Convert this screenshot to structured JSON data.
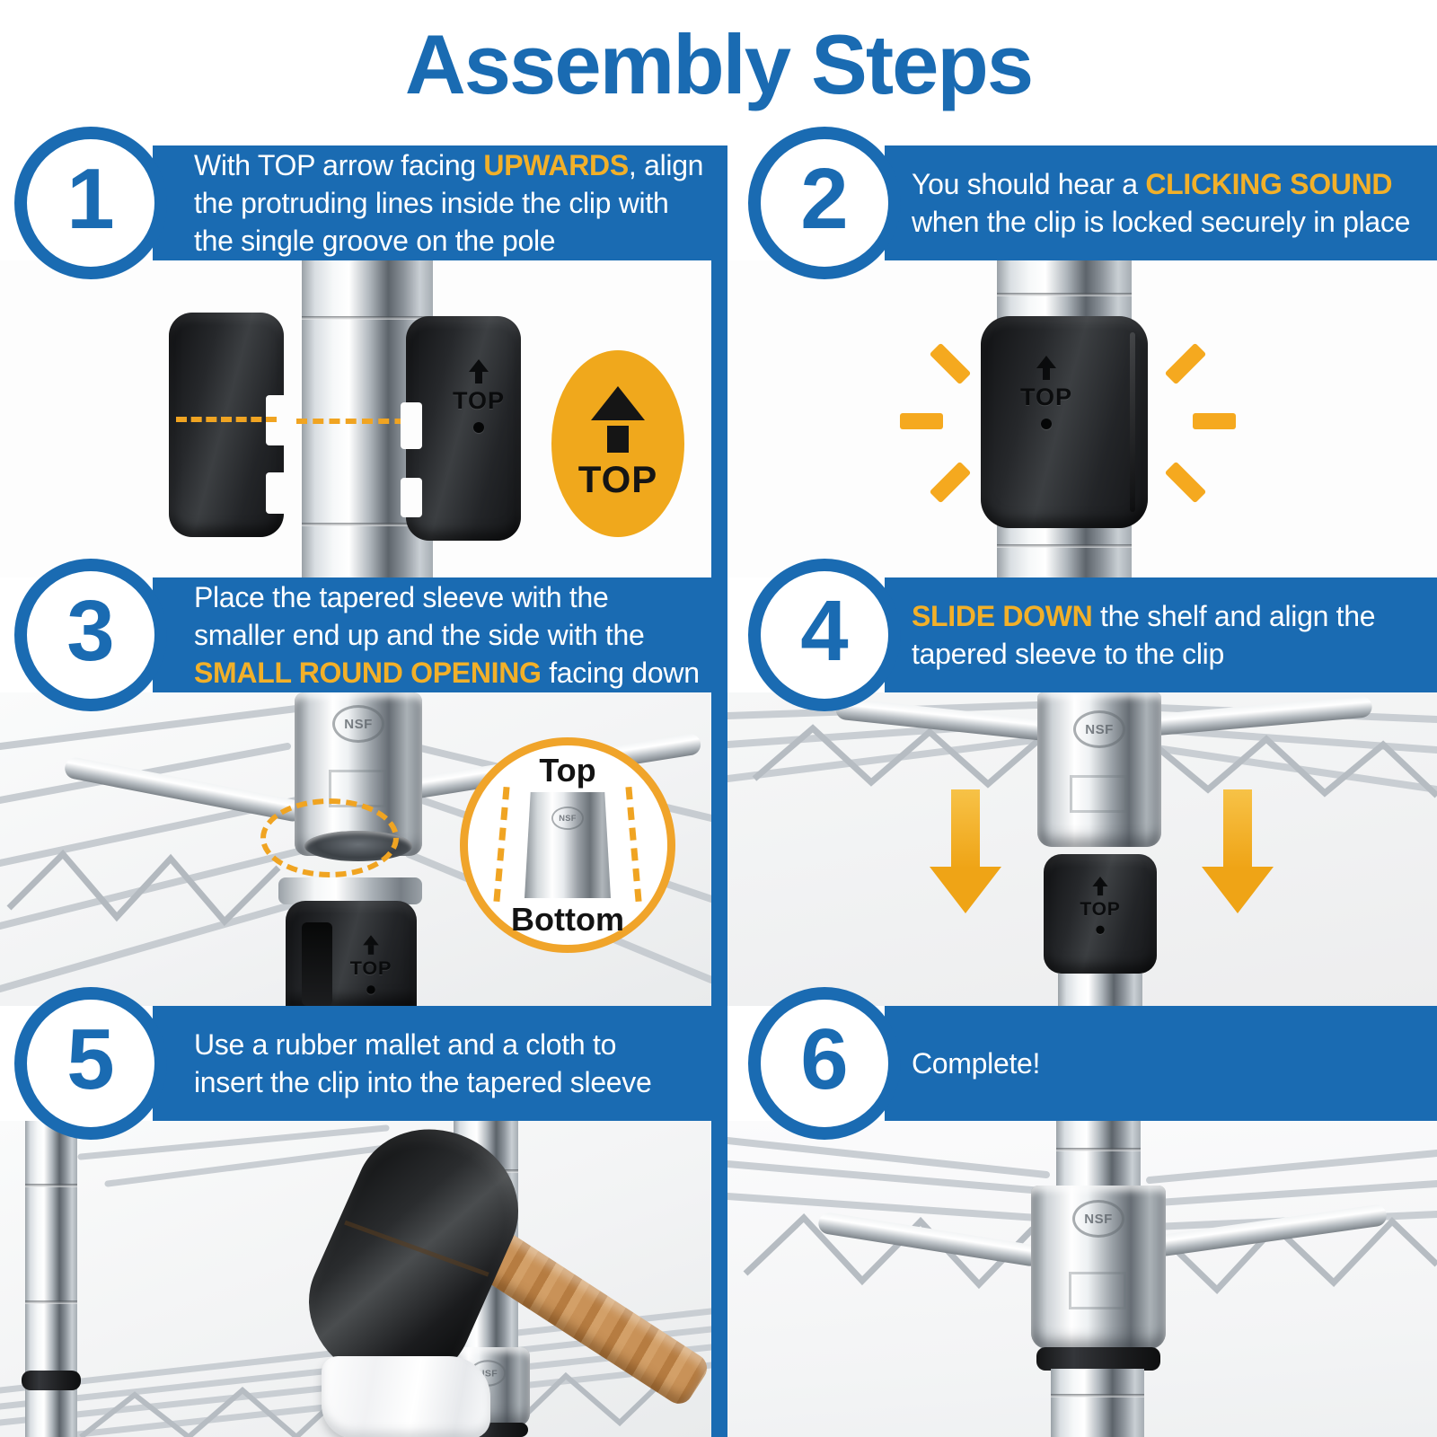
{
  "title": "Assembly Steps",
  "colors": {
    "blue": "#1a6bb2",
    "highlight_yellow": "#f2b029",
    "badge_yellow": "#f0a81c",
    "guide_orange": "#f0a422"
  },
  "badge": {
    "label": "TOP"
  },
  "clip_label": "TOP",
  "sleeve_stamp": "NSF",
  "inset": {
    "top_label": "Top",
    "bottom_label": "Bottom"
  },
  "steps": [
    {
      "number": "1",
      "lines": [
        [
          {
            "t": "With TOP arrow facing "
          },
          {
            "t": "UPWARDS",
            "h": 1
          },
          {
            "t": ", align"
          }
        ],
        [
          {
            "t": "the protruding lines inside the clip with"
          }
        ],
        [
          {
            "t": "the single groove on the pole"
          }
        ]
      ]
    },
    {
      "number": "2",
      "lines": [
        [
          {
            "t": "You should hear a "
          },
          {
            "t": "CLICKING SOUND",
            "h": 1
          }
        ],
        [
          {
            "t": "when the clip is locked securely in place"
          }
        ]
      ]
    },
    {
      "number": "3",
      "lines": [
        [
          {
            "t": "Place the tapered sleeve with the"
          }
        ],
        [
          {
            "t": "smaller end up and the side with the"
          }
        ],
        [
          {
            "t": "SMALL ROUND OPENING",
            "h": 1
          },
          {
            "t": " facing down"
          }
        ]
      ]
    },
    {
      "number": "4",
      "lines": [
        [
          {
            "t": "SLIDE DOWN",
            "h": 1
          },
          {
            "t": " the shelf and align the"
          }
        ],
        [
          {
            "t": "tapered sleeve to the clip"
          }
        ]
      ]
    },
    {
      "number": "5",
      "lines": [
        [
          {
            "t": "Use a rubber mallet and a cloth to"
          }
        ],
        [
          {
            "t": "insert the clip into the tapered sleeve"
          }
        ]
      ]
    },
    {
      "number": "6",
      "lines": [
        [
          {
            "t": "Complete!"
          }
        ]
      ]
    }
  ]
}
